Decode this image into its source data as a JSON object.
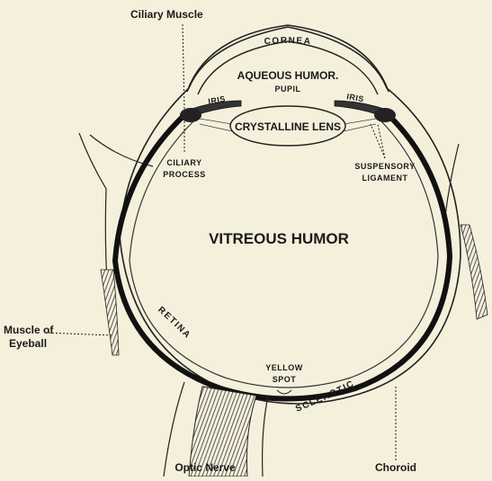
{
  "labels": {
    "ciliary_muscle": "Ciliary Muscle",
    "cornea": "CORNEA",
    "aqueous_humor": "AQUEOUS HUMOR.",
    "pupil": "PUPIL",
    "iris_left": "IRIS",
    "iris_right": "IRIS",
    "crystalline_lens": "CRYSTALLINE LENS",
    "ciliary_process_line1": "CILIARY",
    "ciliary_process_line2": "PROCESS",
    "suspensory_ligament_line1": "SUSPENSORY",
    "suspensory_ligament_line2": "LIGAMENT",
    "vitreous_humor": "VITREOUS HUMOR",
    "muscle_of_eyeball_line1": "Muscle of",
    "muscle_of_eyeball_line2": "Eyeball",
    "retina": "RETINA",
    "yellow_spot_line1": "YELLOW",
    "yellow_spot_line2": "SPOT",
    "sclerotic": "SCLEROTIC",
    "optic_nerve": "Optic Nerve",
    "choroid": "Choroid"
  }
}
